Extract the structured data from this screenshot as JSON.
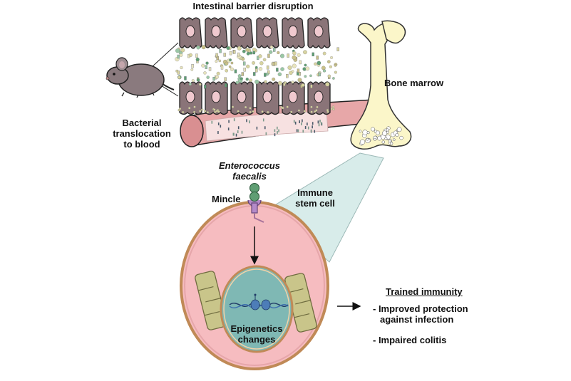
{
  "labels": {
    "title": "Intestinal barrier disruption",
    "bone_marrow": "Bone marrow",
    "bacterial_translocation": [
      "Bacterial",
      "translocation",
      "to blood"
    ],
    "bacterium": [
      "Enterococcus",
      "faecalis"
    ],
    "receptor": "Mincle",
    "immune_stem_cell": [
      "Immune",
      "stem cell"
    ],
    "nucleus": [
      "Epigenetics",
      "changes"
    ],
    "outcome_heading": "Trained immunity",
    "outcomes": [
      "- Improved protection",
      "against infection",
      "- Impaired colitis"
    ]
  },
  "colors": {
    "epithelial_cell": "#8a7478",
    "epithelial_nucleus": "#f0c9cf",
    "blood_vessel": "#e7a7a8",
    "bone": "#fbf6c9",
    "cell_membrane": "#c08a57",
    "cytoplasm": "#f6bcc0",
    "nucleus": "#7fb8b4",
    "mitochondria": "#c9c58a",
    "bacterium": "#5f9e73",
    "receptor": "#b58ac9",
    "projection_cone": "#d8ecea"
  }
}
